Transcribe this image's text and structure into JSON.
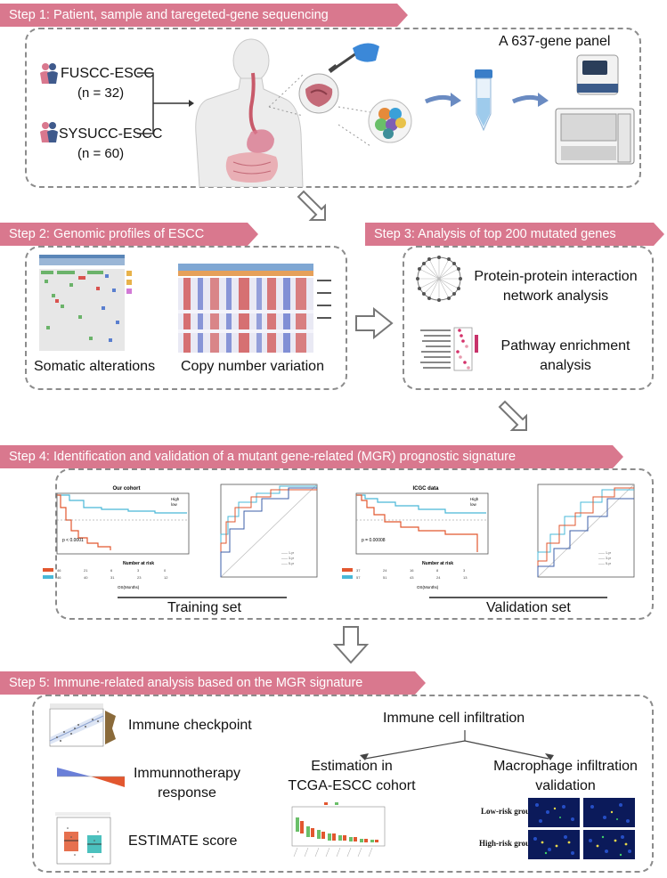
{
  "step1": {
    "banner": "Step 1: Patient, sample and taregeted-gene sequencing",
    "cohort1_name": "FUSCC-ESCC",
    "cohort1_n": "(n = 32)",
    "cohort2_name": "SYSUCC-ESCC",
    "cohort2_n": "(n = 60)",
    "panel": "A 637-gene panel"
  },
  "step2": {
    "banner": "Step 2: Genomic profiles of ESCC",
    "label_somatic": "Somatic alterations",
    "label_cnv": "Copy number variation"
  },
  "step3": {
    "banner": "Step 3: Analysis of top 200 mutated genes",
    "ppi_line1": "Protein-protein interaction",
    "ppi_line2": "network analysis",
    "path_line1": "Pathway enrichment",
    "path_line2": "analysis"
  },
  "step4": {
    "banner": "Step 4: Identification and validation of a mutant gene-related (MGR) prognostic signature",
    "km1_title": "Our cohort",
    "km1_p": "p < 0.0001",
    "km2_title": "ICGC data",
    "km2_p": "p = 0.00008",
    "legend_high": "High",
    "legend_low": "low",
    "risk_label": "Number at risk",
    "x_label": "OS(Months)",
    "label_training": "Training set",
    "label_validation": "Validation set"
  },
  "step5": {
    "banner": "Step 5: Immune-related analysis based on the MGR signature",
    "checkpoint": "Immune checkpoint",
    "immuno_line1": "Immunnotherapy",
    "immuno_line2": "response",
    "estimate": "ESTIMATE score",
    "infiltration": "Immune cell infiltration",
    "est_line1": "Estimation in",
    "est_line2": "TCGA-ESCC cohort",
    "mac_line1": "Macrophage infiltration",
    "mac_line2": "validation",
    "low_risk": "Low-risk group",
    "high_risk": "High-risk group"
  },
  "colors": {
    "banner": "#d9788e",
    "dashed_border": "#8c8c8c",
    "km_high": "#e2572f",
    "km_low": "#49b8d8"
  }
}
